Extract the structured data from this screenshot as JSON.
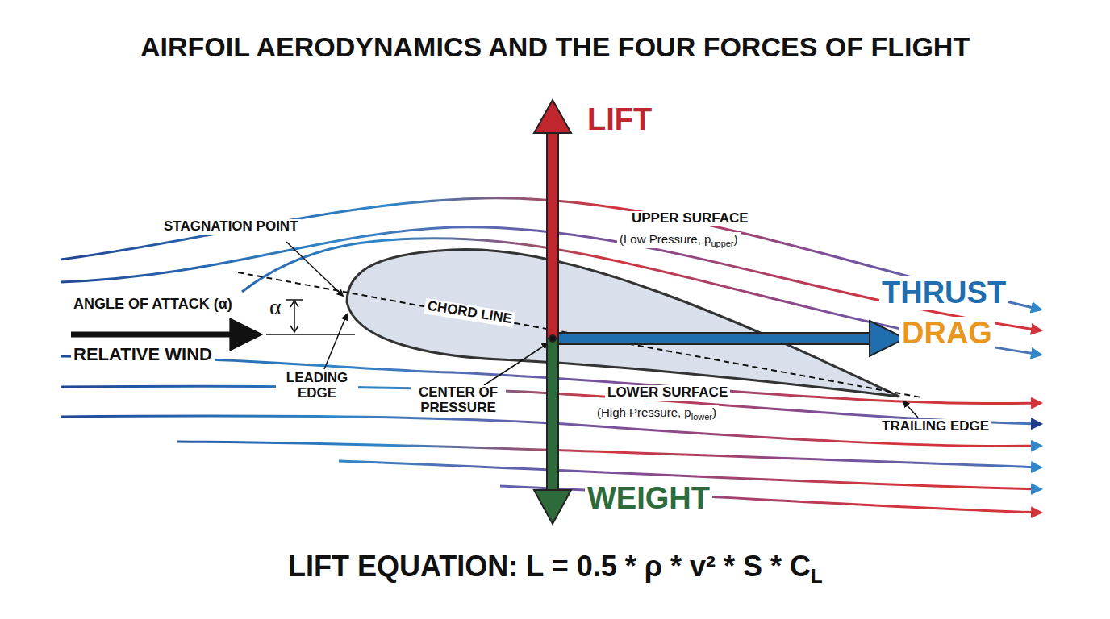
{
  "diagram": {
    "title": "AIRFOIL AERODYNAMICS AND THE FOUR FORCES OF FLIGHT",
    "caption": "LIFT EQUATION: L = 0.5 * ρ * v² * S * C",
    "labels": [
      "LIFT",
      "WEIGHT",
      "THRUST",
      "DRAG",
      "STAGNATION POINT",
      "UPPER SURFACE",
      "(Low Pressure, p",
      "upper",
      ")",
      "ANGLE OF ATTACK (α)",
      "α",
      "RELATIVE WIND",
      "CHORD LINE",
      "LEADING EDGE",
      "CENTER OF PRESSURE",
      "LOWER SURFACE",
      "(High Pressure, p",
      "lower",
      ")",
      "TRAILING EDGE",
      "L"
    ]
  }
}
